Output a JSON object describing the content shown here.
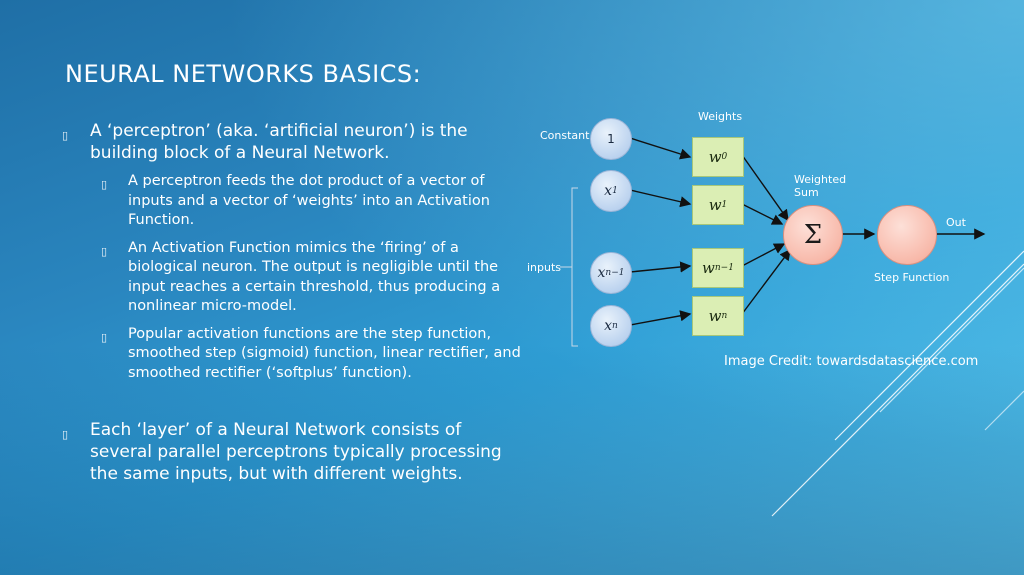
{
  "slide": {
    "title": "NEURAL NETWORKS BASICS:",
    "bullets": [
      {
        "text": "A ‘perceptron’ (aka. ‘artificial neuron’) is the building block of a Neural Network.",
        "sub": [
          "A perceptron feeds the dot product of a vector of inputs and a vector of ‘weights’ into an Activation Function.",
          "An Activation Function mimics the ‘firing’ of a biological neuron. The output is negligible until the input reaches a certain threshold, thus producing a nonlinear micro-model.",
          "Popular activation functions are the step function, smoothed step (sigmoid) function, linear rectifier, and smoothed rectifier (‘softplus’ function)."
        ]
      },
      {
        "text": "Each ‘layer’ of a Neural Network consists of several parallel perceptrons typically processing the same inputs, but with different weights."
      }
    ],
    "bullet_marker": "▯"
  },
  "diagram": {
    "labels": {
      "weights": "Weights",
      "constant": "Constant",
      "inputs": "inputs",
      "weighted_sum": "Weighted\nSum",
      "out": "Out",
      "step_function": "Step Function"
    },
    "inputs": [
      {
        "main": "1",
        "sub": ""
      },
      {
        "main": "x",
        "sub": "1"
      },
      {
        "main": "x",
        "sub": "n−1"
      },
      {
        "main": "x",
        "sub": "n"
      }
    ],
    "weights": [
      {
        "main": "w",
        "sub": "0"
      },
      {
        "main": "w",
        "sub": "1"
      },
      {
        "main": "w",
        "sub": "n−1"
      },
      {
        "main": "w",
        "sub": "n"
      }
    ],
    "sum_symbol": "Σ",
    "credit": "Image Credit: towardsdatascience.com"
  }
}
